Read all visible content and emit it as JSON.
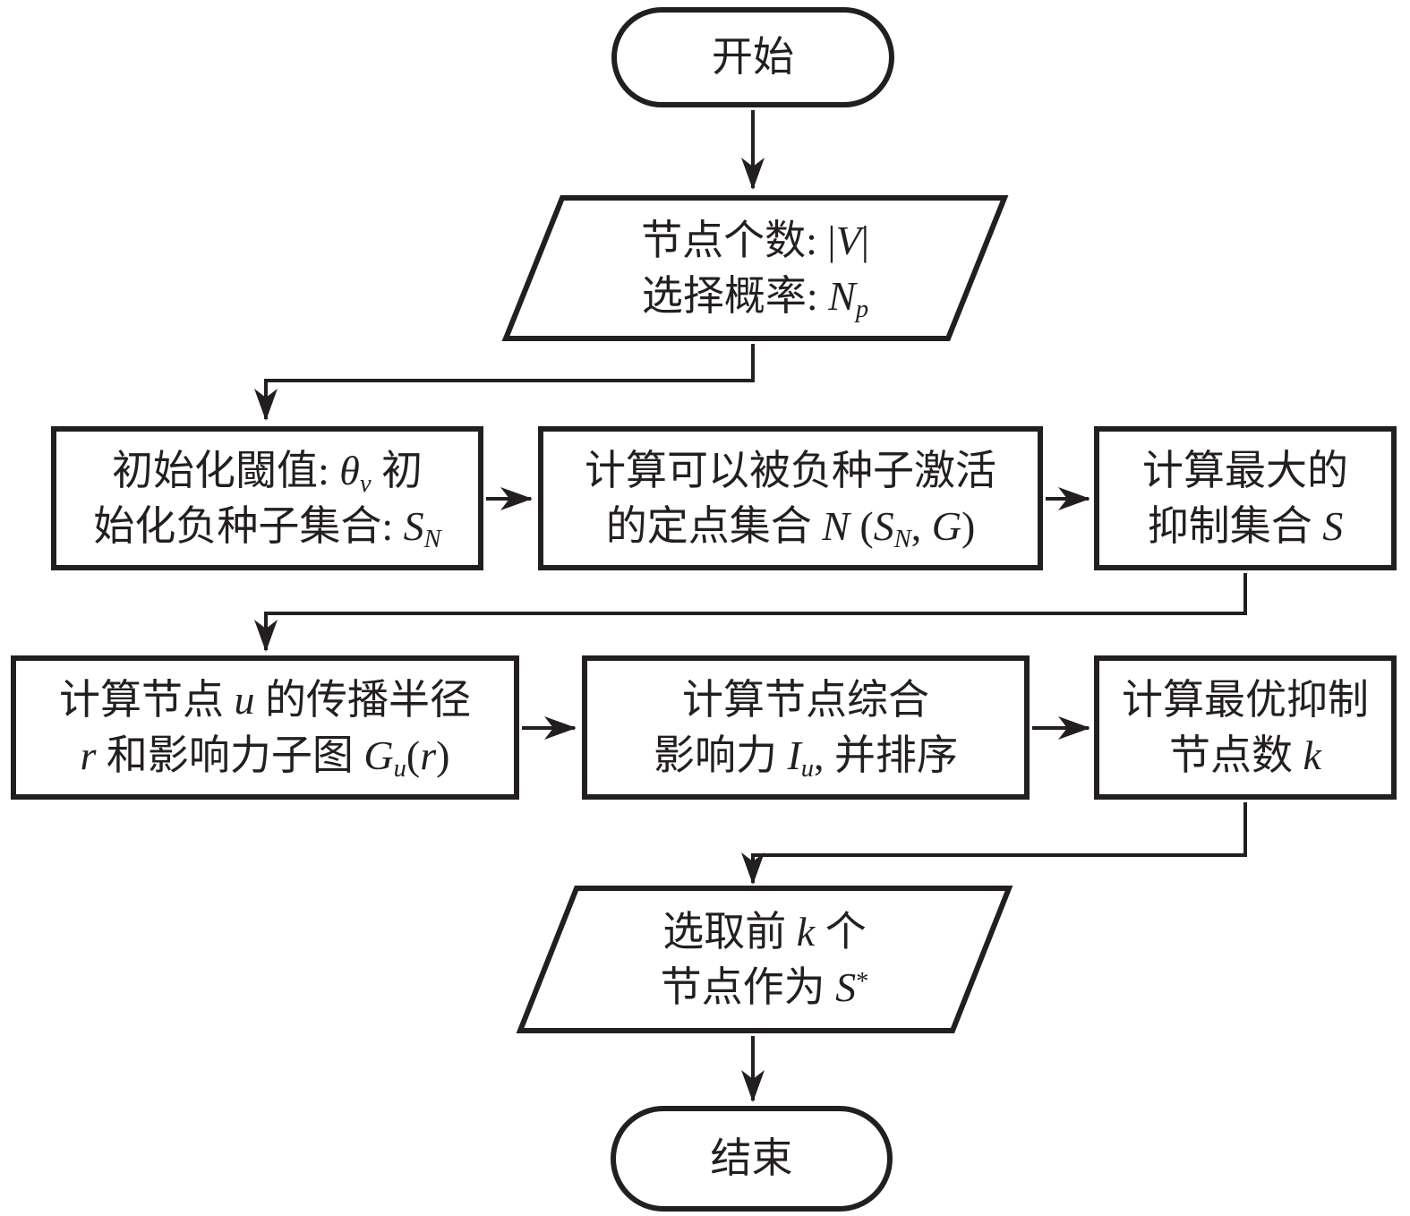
{
  "figure": {
    "kind": "flowchart",
    "language": "zh-CN"
  },
  "colors": {
    "stroke": "#231f20",
    "text": "#231f20",
    "background": "#ffffff"
  },
  "nodes": {
    "start": {
      "shape": "terminator",
      "lines": [
        [
          {
            "t": "开始"
          }
        ]
      ]
    },
    "input_params": {
      "shape": "parallelogram-io",
      "lines": [
        [
          {
            "t": "节点个数: |"
          },
          {
            "t": "V",
            "i": true
          },
          {
            "t": "|"
          }
        ],
        [
          {
            "t": "选择概率: "
          },
          {
            "t": "N",
            "i": true
          },
          {
            "t": "p",
            "i": true,
            "s": "sub"
          }
        ]
      ]
    },
    "init_threshold": {
      "shape": "process",
      "lines": [
        [
          {
            "t": "初始化閾值: "
          },
          {
            "t": "θ",
            "i": true
          },
          {
            "t": "v",
            "i": true,
            "s": "sub"
          },
          {
            "t": " 初"
          }
        ],
        [
          {
            "t": "始化负种子集合: "
          },
          {
            "t": "S",
            "i": true
          },
          {
            "t": "N",
            "i": true,
            "s": "sub"
          }
        ]
      ]
    },
    "activated_set": {
      "shape": "process",
      "lines": [
        [
          {
            "t": "计算可以被负种子激活"
          }
        ],
        [
          {
            "t": "的定点集合 "
          },
          {
            "t": "N",
            "i": true
          },
          {
            "t": " ("
          },
          {
            "t": "S",
            "i": true
          },
          {
            "t": "N",
            "i": true,
            "s": "sub"
          },
          {
            "t": ", "
          },
          {
            "t": "G",
            "i": true
          },
          {
            "t": ")"
          }
        ]
      ]
    },
    "max_suppression_set": {
      "shape": "process",
      "lines": [
        [
          {
            "t": "计算最大的"
          }
        ],
        [
          {
            "t": "抑制集合 "
          },
          {
            "t": "S",
            "i": true
          }
        ]
      ]
    },
    "radius_subgraph": {
      "shape": "process",
      "lines": [
        [
          {
            "t": "计算节点 "
          },
          {
            "t": "u",
            "i": true
          },
          {
            "t": " 的传播半径"
          }
        ],
        [
          {
            "t": "r",
            "i": true
          },
          {
            "t": " 和影响力子图 "
          },
          {
            "t": "G",
            "i": true
          },
          {
            "t": "u",
            "i": true,
            "s": "sub"
          },
          {
            "t": "("
          },
          {
            "t": "r",
            "i": true
          },
          {
            "t": ")"
          }
        ]
      ]
    },
    "influence_sort": {
      "shape": "process",
      "lines": [
        [
          {
            "t": "计算节点综合"
          }
        ],
        [
          {
            "t": "影响力 "
          },
          {
            "t": "I",
            "i": true
          },
          {
            "t": "u",
            "i": true,
            "s": "sub"
          },
          {
            "t": ", 并排序"
          }
        ]
      ]
    },
    "optimal_k": {
      "shape": "process",
      "lines": [
        [
          {
            "t": "计算最优抑制"
          }
        ],
        [
          {
            "t": "节点数 "
          },
          {
            "t": "k",
            "i": true
          }
        ]
      ]
    },
    "select_top_k": {
      "shape": "parallelogram-io",
      "lines": [
        [
          {
            "t": "选取前 "
          },
          {
            "t": "k",
            "i": true
          },
          {
            "t": " 个"
          }
        ],
        [
          {
            "t": "节点作为 "
          },
          {
            "t": "S",
            "i": true
          },
          {
            "t": "*",
            "s": "sup",
            "u": true
          }
        ]
      ]
    },
    "end": {
      "shape": "terminator",
      "lines": [
        [
          {
            "t": "结束"
          }
        ]
      ]
    }
  },
  "edges": [
    {
      "from": "start",
      "to": "input_params"
    },
    {
      "from": "input_params",
      "to": "init_threshold"
    },
    {
      "from": "init_threshold",
      "to": "activated_set"
    },
    {
      "from": "activated_set",
      "to": "max_suppression_set"
    },
    {
      "from": "max_suppression_set",
      "to": "radius_subgraph"
    },
    {
      "from": "radius_subgraph",
      "to": "influence_sort"
    },
    {
      "from": "influence_sort",
      "to": "optimal_k"
    },
    {
      "from": "optimal_k",
      "to": "select_top_k"
    },
    {
      "from": "select_top_k",
      "to": "end"
    }
  ]
}
